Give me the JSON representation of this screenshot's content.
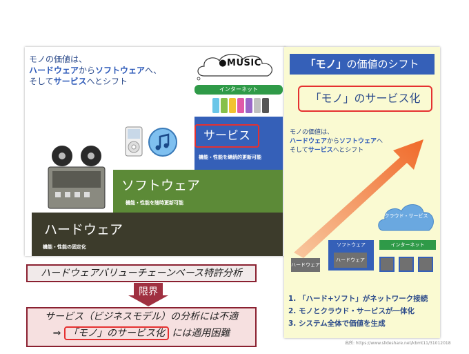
{
  "left_panel": {
    "intro_line1": "モノの価値は、",
    "intro_hw": "ハードウェア",
    "intro_kara": "から",
    "intro_sw": "ソフトウェア",
    "intro_he": "へ、",
    "intro_line3a": "そして",
    "intro_service": "サービス",
    "intro_line3b": "へとシフト",
    "cloud_text": "MUSIC",
    "internet_label": "インターネット",
    "service_label": "サービス",
    "service_desc": "機能・性能を継続的更新可能",
    "software_label": "ソフトウェア",
    "software_desc": "機能・性能を随時更新可能",
    "hardware_label": "ハードウェア",
    "hardware_desc": "機能・性能の固定化"
  },
  "right_panel": {
    "title_pre": "「モノ」",
    "title_post": "の価値のシフト",
    "mono_service": "「モノ」のサービス化",
    "intro_line1": "モノの価値は、",
    "intro_hw": "ハードウェア",
    "intro_kara": "から",
    "intro_sw": "ソフトウェア",
    "intro_he": "へ",
    "intro_line3a": "そして",
    "intro_service": "サービス",
    "intro_line3b": "へとシフト",
    "cloud_service": "クラウド・サービス",
    "internet": "インターネット",
    "software": "ソフトウェア",
    "hardware": "ハードウェア",
    "hardware_inner": "ハードウェア",
    "list": [
      "1. 「ハード+ソフト」がネットワーク接続",
      "2. モノとクラウド・サービスが一体化",
      "3. システム全体で価値を生成"
    ]
  },
  "source": "出所: https://www.slideshare.net/kbmt11/31012018",
  "bottom": {
    "hw_analysis": "ハードウェアバリューチェーンベース特許分析",
    "limit": "限界",
    "service_line1": "サービス（ビジネスモデル）の分析には不適",
    "arrow_symbol": "⇒",
    "mono_service": "「モノ」のサービス化",
    "service_line2_tail": "には適用困難"
  },
  "colors": {
    "blue": "#3560b8",
    "green": "#2f9a48",
    "sw_green": "#5c8a37",
    "hw_dark": "#3c3b2b",
    "red": "#e53030",
    "maroon": "#8a2030",
    "cream": "#fafad2",
    "arrow": "#f06a2a"
  }
}
